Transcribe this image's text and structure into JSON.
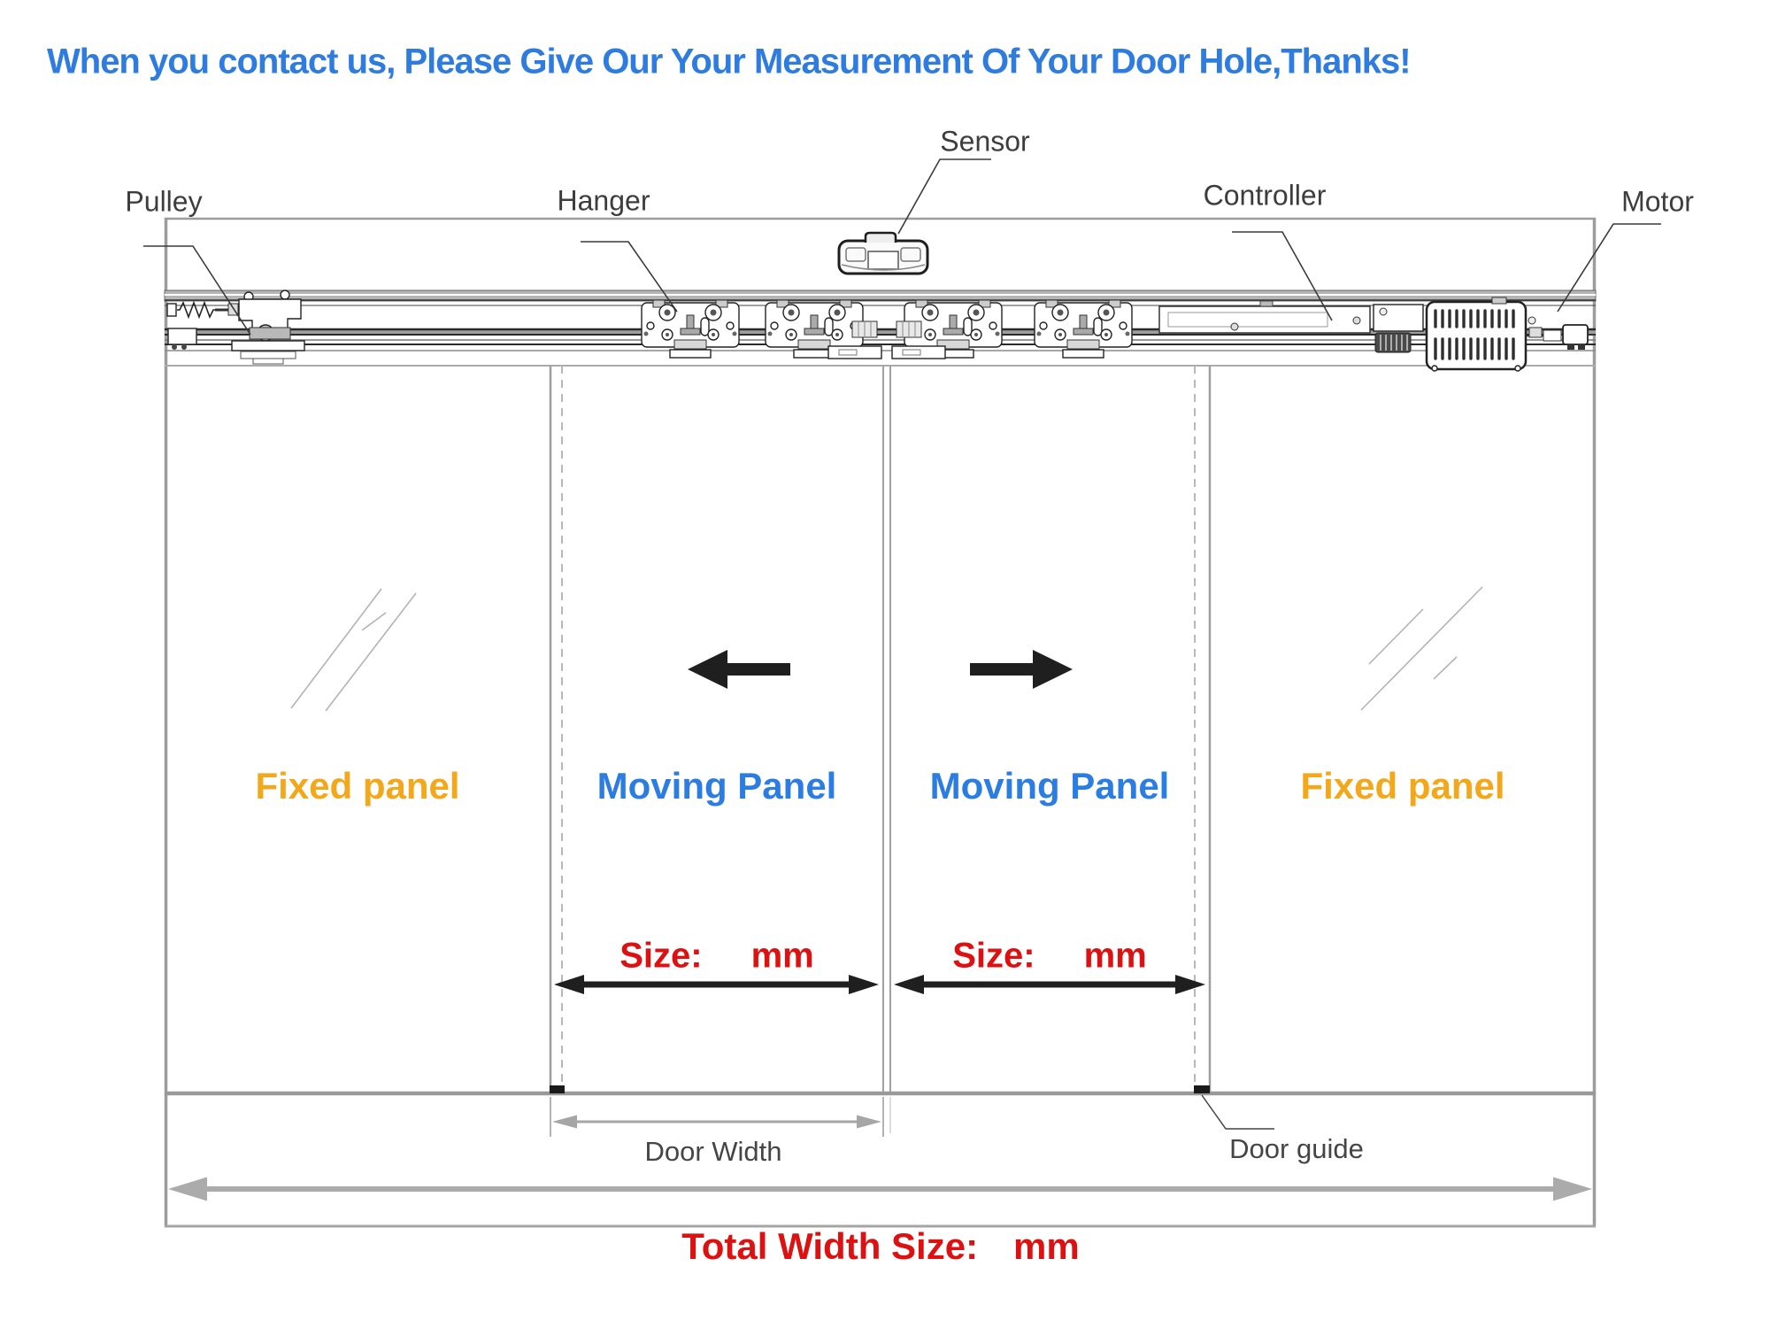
{
  "title": {
    "text": "When you contact us, Please Give Our Your Measurement Of Your Door Hole,Thanks!"
  },
  "component_labels": {
    "pulley": "Pulley",
    "hanger": "Hanger",
    "sensor": "Sensor",
    "controller": "Controller",
    "motor": "Motor"
  },
  "panels": {
    "fixed_left": "Fixed panel",
    "moving_left": "Moving Panel",
    "moving_right": "Moving Panel",
    "fixed_right": "Fixed panel"
  },
  "measurements": {
    "size_left": {
      "label": "Size:",
      "unit": "mm"
    },
    "size_right": {
      "label": "Size:",
      "unit": "mm"
    },
    "door_width": "Door Width",
    "door_guide": "Door guide",
    "total_width": {
      "label": "Total Width Size:",
      "unit": "mm"
    }
  },
  "colors": {
    "title-blue": "#2e7cdf",
    "moving-blue": "#2b7de2",
    "fixed-orange": "#f3a71b",
    "measure-red": "#dd1111",
    "label-gray": "#3d3d3d",
    "frame-gray": "#9c9c9c"
  }
}
